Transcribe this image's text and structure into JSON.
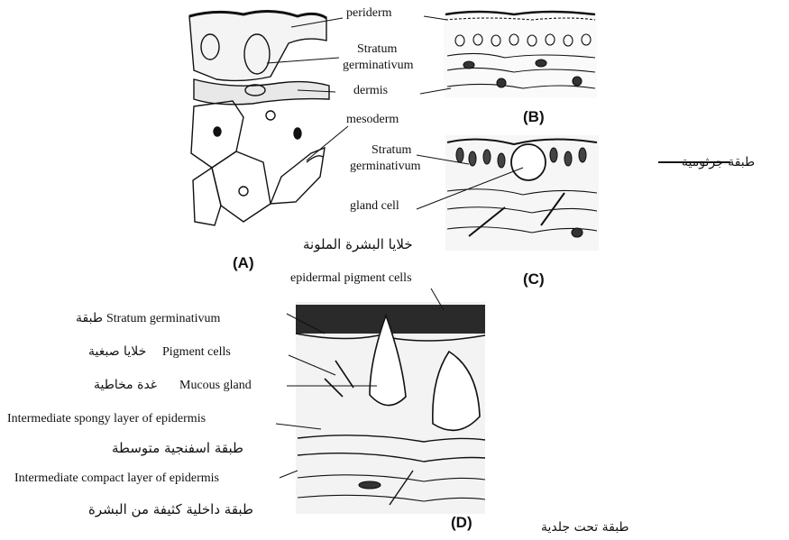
{
  "panel_a": {
    "label": "(A)",
    "periderm": "periderm",
    "stratum_line1": "Stratum",
    "stratum_line2": "germinativum",
    "dermis": "dermis",
    "mesoderm": "mesoderm"
  },
  "panel_b": {
    "label": "(B)"
  },
  "panel_c": {
    "label": "(C)",
    "stratum_line1": "Stratum",
    "stratum_line2": "germinativum",
    "gland_cell": "gland cell",
    "arabic_pigment": "خلايا البشرة الملونة",
    "arabic_germinal": "طبقة جرثومية"
  },
  "panel_d": {
    "label": "(D)",
    "epidermal_pigment": "epidermal pigment cells",
    "stratum": "Stratum germinativum",
    "stratum_ar": "طبقة",
    "pigment": "Pigment cells",
    "pigment_ar": "خلايا صبغية",
    "mucous": "Mucous gland",
    "mucous_ar": "غدة مخاطية",
    "spongy": "Intermediate spongy layer of epidermis",
    "spongy_ar": "طبقة اسفنجية متوسطة",
    "compact": "Intermediate compact layer of epidermis",
    "compact_ar": "طبقة داخلية كثيفة من البشرة",
    "subdermal_ar": "طبقة تحت جلدية"
  }
}
